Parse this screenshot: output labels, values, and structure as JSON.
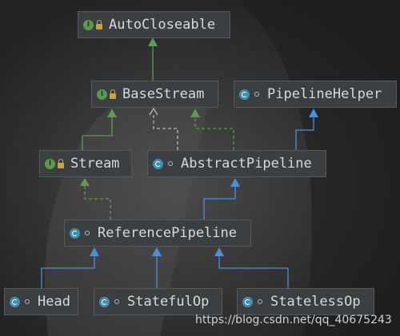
{
  "nodes": {
    "autocloseable": {
      "label": "AutoCloseable",
      "icon": "I"
    },
    "basestream": {
      "label": "BaseStream",
      "icon": "I"
    },
    "pipelinehelper": {
      "label": "PipelineHelper"
    },
    "stream": {
      "label": "Stream",
      "icon": "I"
    },
    "abstractpipeline": {
      "label": "AbstractPipeline"
    },
    "referencepipeline": {
      "label": "ReferencePipeline"
    },
    "head": {
      "label": "Head"
    },
    "statefulop": {
      "label": "StatefulOp"
    },
    "statelessop": {
      "label": "StatelessOp"
    }
  },
  "edges": [
    {
      "from": "basestream",
      "to": "autocloseable",
      "type": "extends-interface"
    },
    {
      "from": "stream",
      "to": "basestream",
      "type": "extends-interface"
    },
    {
      "from": "abstractpipeline",
      "to": "basestream",
      "type": "implements"
    },
    {
      "from": "abstractpipeline",
      "to": "basestream",
      "type": "dependency"
    },
    {
      "from": "abstractpipeline",
      "to": "pipelinehelper",
      "type": "extends-class"
    },
    {
      "from": "referencepipeline",
      "to": "stream",
      "type": "implements"
    },
    {
      "from": "referencepipeline",
      "to": "abstractpipeline",
      "type": "extends-class"
    },
    {
      "from": "head",
      "to": "referencepipeline",
      "type": "extends-class"
    },
    {
      "from": "statefulop",
      "to": "referencepipeline",
      "type": "extends-class"
    },
    {
      "from": "statelessop",
      "to": "referencepipeline",
      "type": "extends-class"
    }
  ],
  "colors": {
    "background": "#2b2b2b",
    "node_fill": "#3c3f41",
    "interface_arrow": "#629755",
    "class_arrow": "#4c8fdc",
    "dependency_arrow": "#b9b9b9"
  },
  "watermark": "https://blog.csdn.net/qq_40675243"
}
